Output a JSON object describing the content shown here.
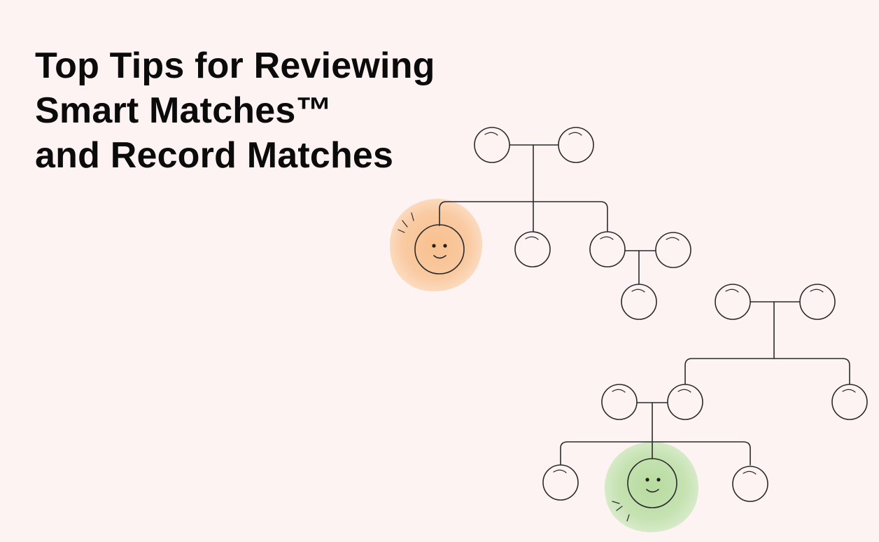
{
  "title": {
    "line1": "Top Tips for Reviewing",
    "line2": "Smart Matches™",
    "line3": "and Record Matches"
  },
  "illustration": {
    "subject": "family-tree",
    "highlight_colors": {
      "orange": "#f8c08e",
      "green": "#b7dca0"
    },
    "icons": [
      "smiley-face-icon",
      "smiley-face-icon"
    ]
  }
}
